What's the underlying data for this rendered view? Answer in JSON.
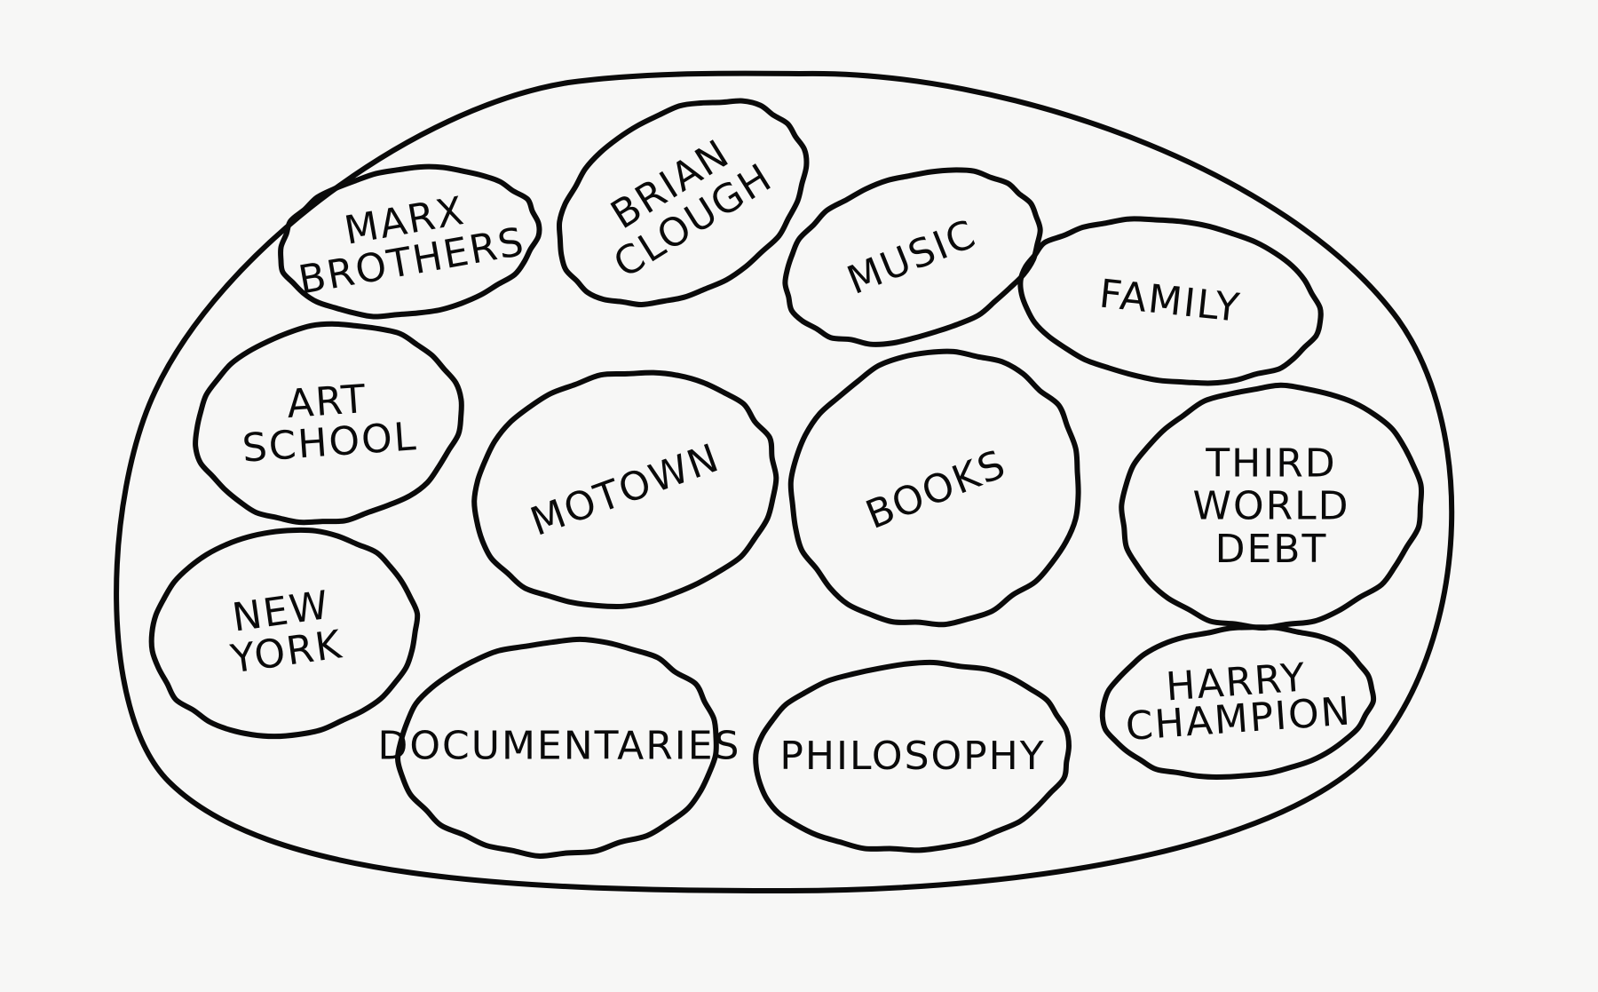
{
  "topics": [
    {
      "id": "marx-brothers",
      "lines": [
        "MARX",
        "BROTHERS"
      ]
    },
    {
      "id": "brian-clough",
      "lines": [
        "BRIAN",
        "CLOUGH"
      ]
    },
    {
      "id": "music",
      "lines": [
        "MUSIC"
      ]
    },
    {
      "id": "family",
      "lines": [
        "FAMILY"
      ]
    },
    {
      "id": "art-school",
      "lines": [
        "ART",
        "SCHOOL"
      ]
    },
    {
      "id": "motown",
      "lines": [
        "MOTOWN"
      ]
    },
    {
      "id": "books",
      "lines": [
        "BOOKS"
      ]
    },
    {
      "id": "third-world-debt",
      "lines": [
        "THIRD",
        "WORLD",
        "DEBT"
      ]
    },
    {
      "id": "new-york",
      "lines": [
        "NEW",
        "YORK"
      ]
    },
    {
      "id": "documentaries",
      "lines": [
        "DOCUMENTARIES"
      ]
    },
    {
      "id": "philosophy",
      "lines": [
        "PHILOSOPHY"
      ]
    },
    {
      "id": "harry-champion",
      "lines": [
        "HARRY",
        "CHAMPION"
      ]
    }
  ]
}
